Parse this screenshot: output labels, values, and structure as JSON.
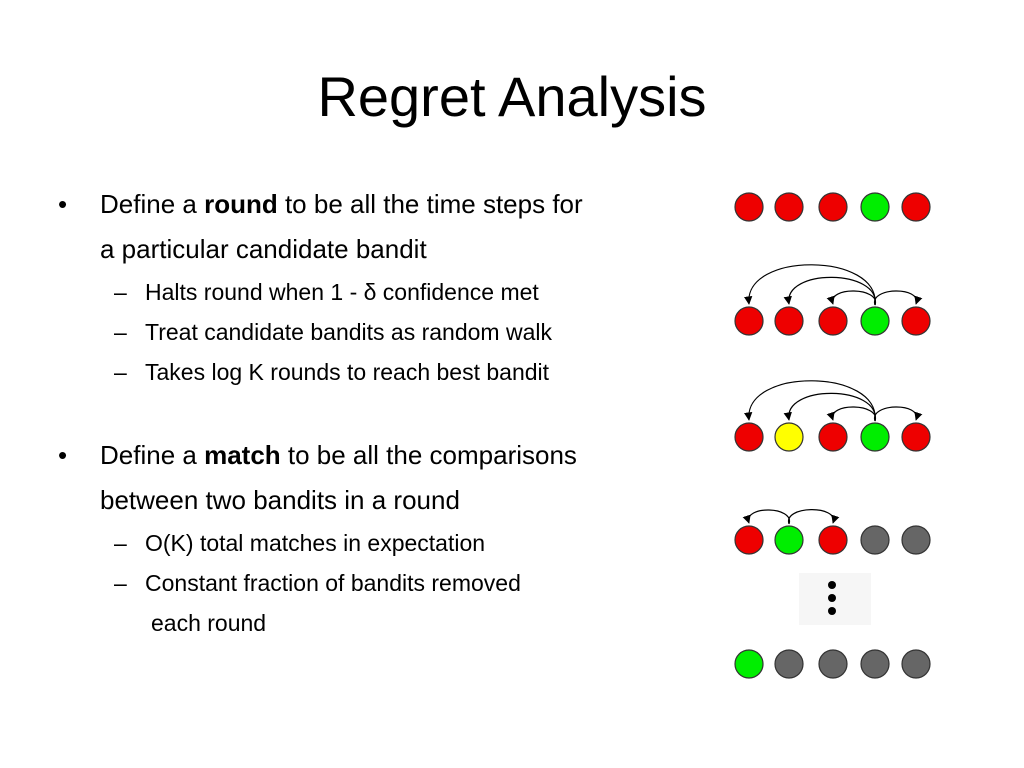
{
  "slide": {
    "title": "Regret Analysis",
    "bullet_char": "•",
    "dash_char": "–",
    "bullets": [
      {
        "prefix": "Define a ",
        "bold": "round",
        "suffix": " to be all the time steps for",
        "line2": "a particular candidate bandit",
        "subs": [
          "Halts round when 1 - δ confidence met",
          "Treat candidate bandits as random walk",
          "Takes log K rounds to reach best bandit"
        ]
      },
      {
        "prefix": "Define a ",
        "bold": "match",
        "suffix": " to be all the comparisons",
        "line2": "between two bandits in a round",
        "subs": [
          "O(K) total matches in expectation",
          "Constant fraction of bandits removed"
        ],
        "sub_cont": "each round"
      }
    ]
  },
  "diagram": {
    "colors": {
      "red": "#ee0000",
      "green": "#00ee00",
      "yellow": "#ffff00",
      "gray": "#666666",
      "outline": "#333333"
    },
    "rows": [
      {
        "circles": [
          "red",
          "red",
          "red",
          "green",
          "red"
        ],
        "arcs": []
      },
      {
        "circles": [
          "red",
          "red",
          "red",
          "green",
          "red"
        ],
        "arcs": [
          [
            3,
            0
          ],
          [
            3,
            1
          ],
          [
            3,
            2
          ],
          [
            3,
            4
          ]
        ]
      },
      {
        "circles": [
          "red",
          "yellow",
          "red",
          "green",
          "red"
        ],
        "arcs": [
          [
            3,
            0
          ],
          [
            3,
            1
          ],
          [
            3,
            2
          ],
          [
            3,
            4
          ]
        ]
      },
      {
        "circles": [
          "red",
          "green",
          "red",
          "gray",
          "gray"
        ],
        "arcs": [
          [
            1,
            0
          ],
          [
            1,
            2
          ]
        ]
      },
      {
        "circles": [
          "green",
          "gray",
          "gray",
          "gray",
          "gray"
        ],
        "arcs": []
      }
    ],
    "ellipsis": "vertical-dots"
  }
}
